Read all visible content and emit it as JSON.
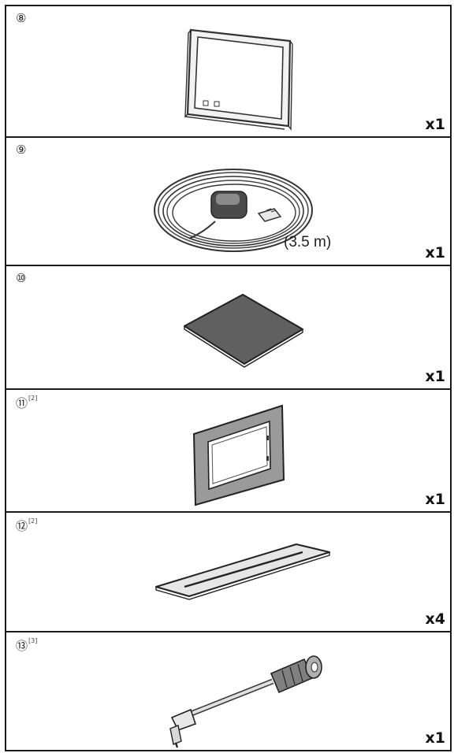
{
  "items": [
    {
      "number": "⑧",
      "note": "",
      "quantity": "x1",
      "icon": "mounting-frame-icon"
    },
    {
      "number": "⑨",
      "note": "",
      "quantity": "x1",
      "length": "(3.5 m)",
      "icon": "gps-antenna-icon"
    },
    {
      "number": "⑩",
      "note": "",
      "quantity": "x1",
      "icon": "metal-plate-icon"
    },
    {
      "number": "⑪",
      "note": "[2]",
      "quantity": "x1",
      "icon": "escutcheon-icon"
    },
    {
      "number": "⑫",
      "note": "[2]",
      "quantity": "x4",
      "icon": "adhesive-strip-icon"
    },
    {
      "number": "⑬",
      "note": "[3]",
      "quantity": "x1",
      "icon": "adapter-cable-icon"
    }
  ]
}
